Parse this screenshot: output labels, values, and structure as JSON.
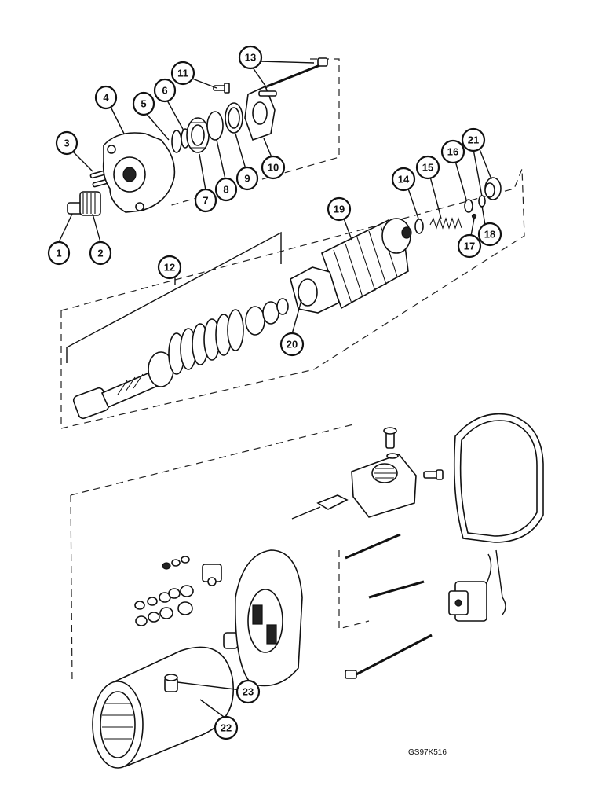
{
  "figure": {
    "reference_code": "GS97K516"
  },
  "callouts": [
    {
      "id": "c1",
      "label": "1"
    },
    {
      "id": "c2",
      "label": "2"
    },
    {
      "id": "c3",
      "label": "3"
    },
    {
      "id": "c4",
      "label": "4"
    },
    {
      "id": "c5",
      "label": "5"
    },
    {
      "id": "c6",
      "label": "6"
    },
    {
      "id": "c7",
      "label": "7"
    },
    {
      "id": "c8",
      "label": "8"
    },
    {
      "id": "c9",
      "label": "9"
    },
    {
      "id": "c10",
      "label": "10"
    },
    {
      "id": "c11",
      "label": "11"
    },
    {
      "id": "c12",
      "label": "12"
    },
    {
      "id": "c13",
      "label": "13"
    },
    {
      "id": "c14",
      "label": "14"
    },
    {
      "id": "c15",
      "label": "15"
    },
    {
      "id": "c16",
      "label": "16"
    },
    {
      "id": "c17",
      "label": "17"
    },
    {
      "id": "c18",
      "label": "18"
    },
    {
      "id": "c19",
      "label": "19"
    },
    {
      "id": "c20",
      "label": "20"
    },
    {
      "id": "c21",
      "label": "21"
    },
    {
      "id": "c22",
      "label": "22"
    },
    {
      "id": "c23",
      "label": "23"
    }
  ]
}
